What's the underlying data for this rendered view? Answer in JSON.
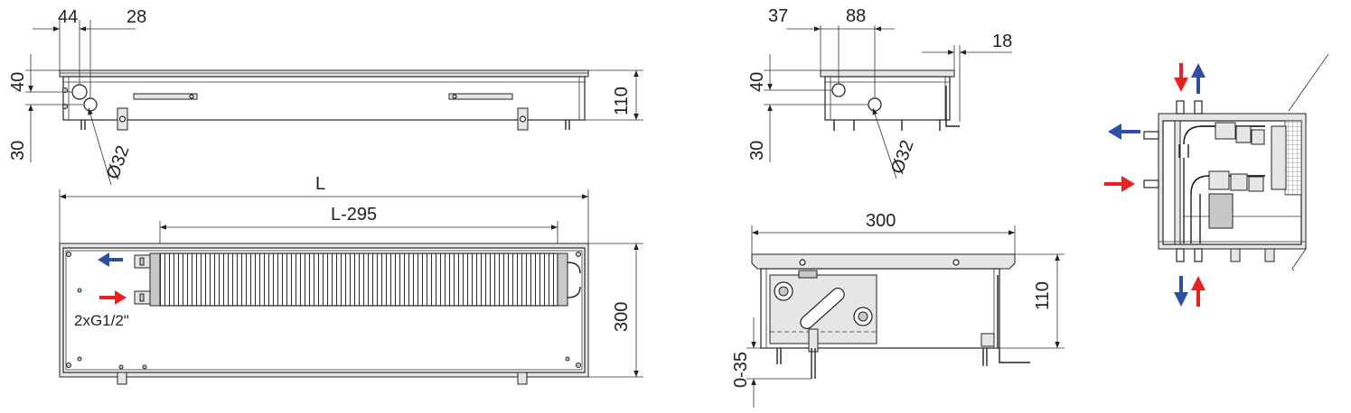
{
  "dimensions": {
    "d44": "44",
    "d28": "28",
    "d40_left": "40",
    "d30_left": "30",
    "d110_left": "110",
    "dia32_left": "Ø32",
    "L": "L",
    "L295": "L-295",
    "d300_side": "300",
    "connection": "2xG1/2\"",
    "d37": "37",
    "d88": "88",
    "d18": "18",
    "d40_mid": "40",
    "d30_mid": "30",
    "dia32_mid": "Ø32",
    "d300_section": "300",
    "d110_section": "110",
    "d0_35": "0-35"
  },
  "colors": {
    "supply_arrow": "#e52421",
    "return_arrow": "#2f4fa3",
    "line": "#222222"
  }
}
